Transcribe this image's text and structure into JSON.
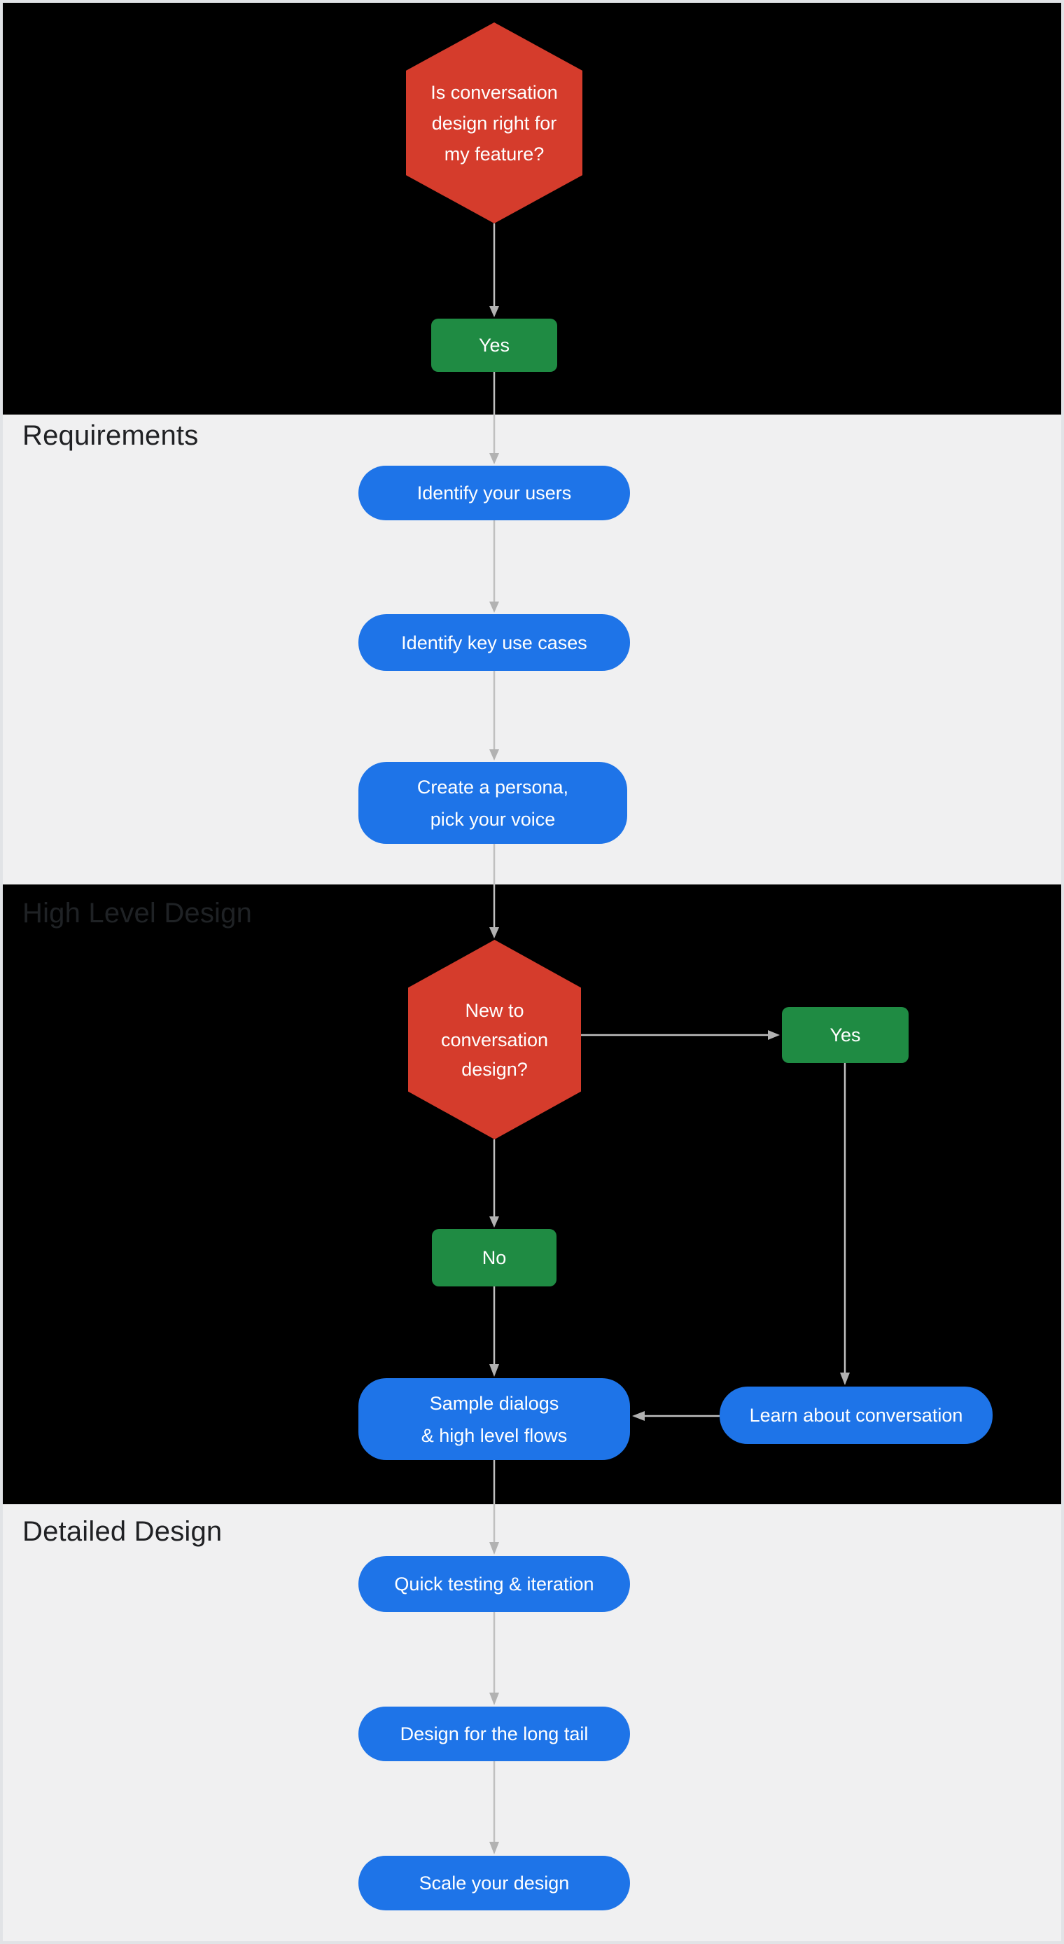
{
  "palette": {
    "section_dark_bg": "#000000",
    "section_light_bg": "#f0f0f1",
    "decision_red": "#d53c2c",
    "answer_green": "#1f8b43",
    "step_blue": "#1e74e8",
    "node_text": "#ffffff",
    "section_label_text": "#202124",
    "connector_gray": "#c0c0c0",
    "frame_border": "#e1e3e6"
  },
  "sections": {
    "intro": {
      "label": ""
    },
    "requirements": {
      "label": "Requirements"
    },
    "high_level_design": {
      "label": "High Level Design"
    },
    "detailed_design": {
      "label": "Detailed Design"
    }
  },
  "nodes": {
    "start_decision": {
      "type": "decision",
      "lines": [
        "Is conversation",
        "design right for",
        "my feature?"
      ]
    },
    "start_yes": {
      "type": "answer",
      "label": "Yes"
    },
    "identify_users": {
      "type": "step",
      "label": "Identify your users"
    },
    "identify_use_cases": {
      "type": "step",
      "label": "Identify key use cases"
    },
    "create_persona": {
      "type": "step",
      "lines": [
        "Create a persona,",
        "pick your voice"
      ]
    },
    "new_to_cd": {
      "type": "decision",
      "lines": [
        "New to",
        "conversation",
        "design?"
      ]
    },
    "new_yes": {
      "type": "answer",
      "label": "Yes"
    },
    "new_no": {
      "type": "answer",
      "label": "No"
    },
    "sample_dialogs": {
      "type": "step",
      "lines": [
        "Sample dialogs",
        "& high level flows"
      ]
    },
    "learn_conversation": {
      "type": "step",
      "label": "Learn about conversation"
    },
    "quick_testing": {
      "type": "step",
      "label": "Quick testing & iteration"
    },
    "long_tail": {
      "type": "step",
      "label": "Design for the long tail"
    },
    "scale_design": {
      "type": "step",
      "label": "Scale your design"
    }
  },
  "edges": [
    {
      "from": "start_decision",
      "to": "start_yes"
    },
    {
      "from": "start_yes",
      "to": "identify_users"
    },
    {
      "from": "identify_users",
      "to": "identify_use_cases"
    },
    {
      "from": "identify_use_cases",
      "to": "create_persona"
    },
    {
      "from": "create_persona",
      "to": "new_to_cd"
    },
    {
      "from": "new_to_cd",
      "to": "new_yes"
    },
    {
      "from": "new_to_cd",
      "to": "new_no"
    },
    {
      "from": "new_yes",
      "to": "learn_conversation"
    },
    {
      "from": "learn_conversation",
      "to": "sample_dialogs"
    },
    {
      "from": "new_no",
      "to": "sample_dialogs"
    },
    {
      "from": "sample_dialogs",
      "to": "quick_testing"
    },
    {
      "from": "quick_testing",
      "to": "long_tail"
    },
    {
      "from": "long_tail",
      "to": "scale_design"
    }
  ]
}
